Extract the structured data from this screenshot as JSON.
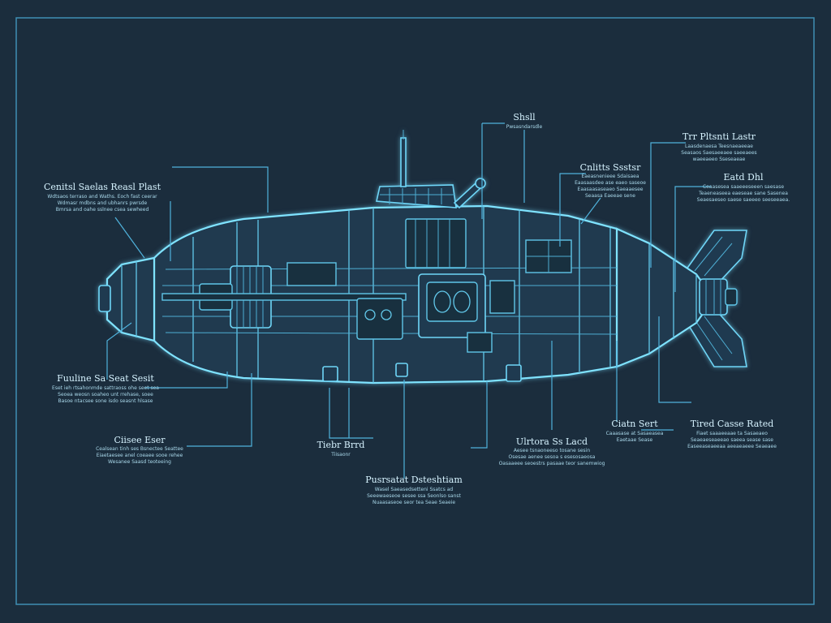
{
  "callouts": [
    {
      "id": "control-sonar",
      "title": "Cenitsl Saelas Reasl Plast",
      "notes": [
        "Wdtsaos terraso and Waths. Eoch fast ceerar",
        "Wdmasr mdbns and ubhanrs pwrsde",
        "Bmrsa and oahe sslnee csea sewheed"
      ]
    },
    {
      "id": "hull-section",
      "title": "Fuuline Sa Seat Sesit",
      "notes": [
        "Eset ieh rtsahonmde sattraoss ohe seet sea",
        "Seoea weosn soaheo unt rrehase, soee",
        "Basoe ntacsee sone isdo seasnt hlsase"
      ]
    },
    {
      "id": "quick-bar",
      "title": "Ciisee Eser",
      "notes": [
        "Cealsean tinh ses Bsnectee Seattee",
        "Eiaetaesee anel coeaee sooe rehee",
        "Wesanee Saasd teoteeing"
      ]
    },
    {
      "id": "tiebar",
      "title": "Tiebr Brrd",
      "notes": [
        "Tiisaonr"
      ]
    },
    {
      "id": "propulsion-distribution",
      "title": "Pusrsatat Dsteshtiam",
      "notes": [
        "Wasel Saeasedsetteni Ssatcs ad",
        "Seeewaeseoe sesee ssa Seonlso sanst",
        "Nuaasaseoe seor tea Seae Seaeie"
      ]
    },
    {
      "id": "main-deck",
      "title": "Ulrtora Ss Lacd",
      "notes": [
        "Aesee tsnaoneeso tosane sesin",
        "Osesae aenee sesoa s esesosaeosa",
        "Oasaaeee seoestrs pasaae teor sanemwiog"
      ]
    },
    {
      "id": "shell",
      "title": "Shsll",
      "notes": [
        "Pwsasndarsdle"
      ]
    },
    {
      "id": "control-sonar-2",
      "title": "Cnlitts Ssstsr",
      "notes": [
        "Eaeasnenieee Sdaisaea",
        "Eaasaasdee ase eaeo saseoe",
        "Eaasaasaseaeo Saeaaesee",
        "Seaasa Eaeeae sene"
      ]
    },
    {
      "id": "trim-pressure-layer",
      "title": "Trr Pltsnti Lastr",
      "notes": [
        "Laasdenaesa Teesnaeaeeae",
        "Seasaos Saesaeeaee saeeaees",
        "waeeaeeo Sseseaeae"
      ]
    },
    {
      "id": "stern-duct",
      "title": "Eatd Dhl",
      "notes": [
        "Ceaasesea saaeeeseeen saesase",
        "Teaeneaseea eaeseae sane Sasenea",
        "Seaesaeseo saese saeeeo seeseeaea."
      ]
    },
    {
      "id": "crown-seat",
      "title": "Ciatn Sert",
      "notes": [
        "Caaasase at Sasaeasea",
        "Eaetaae Sease"
      ]
    },
    {
      "id": "tired-case-rated",
      "title": "Tired Casse Rated",
      "notes": [
        "Fiaet saaaeeaae ta Sasaeaeo",
        "Seaeaeseaeeao saeea sease sase",
        "Easeeaseaeeaa aeeaeaeee Seaeaee"
      ]
    }
  ]
}
